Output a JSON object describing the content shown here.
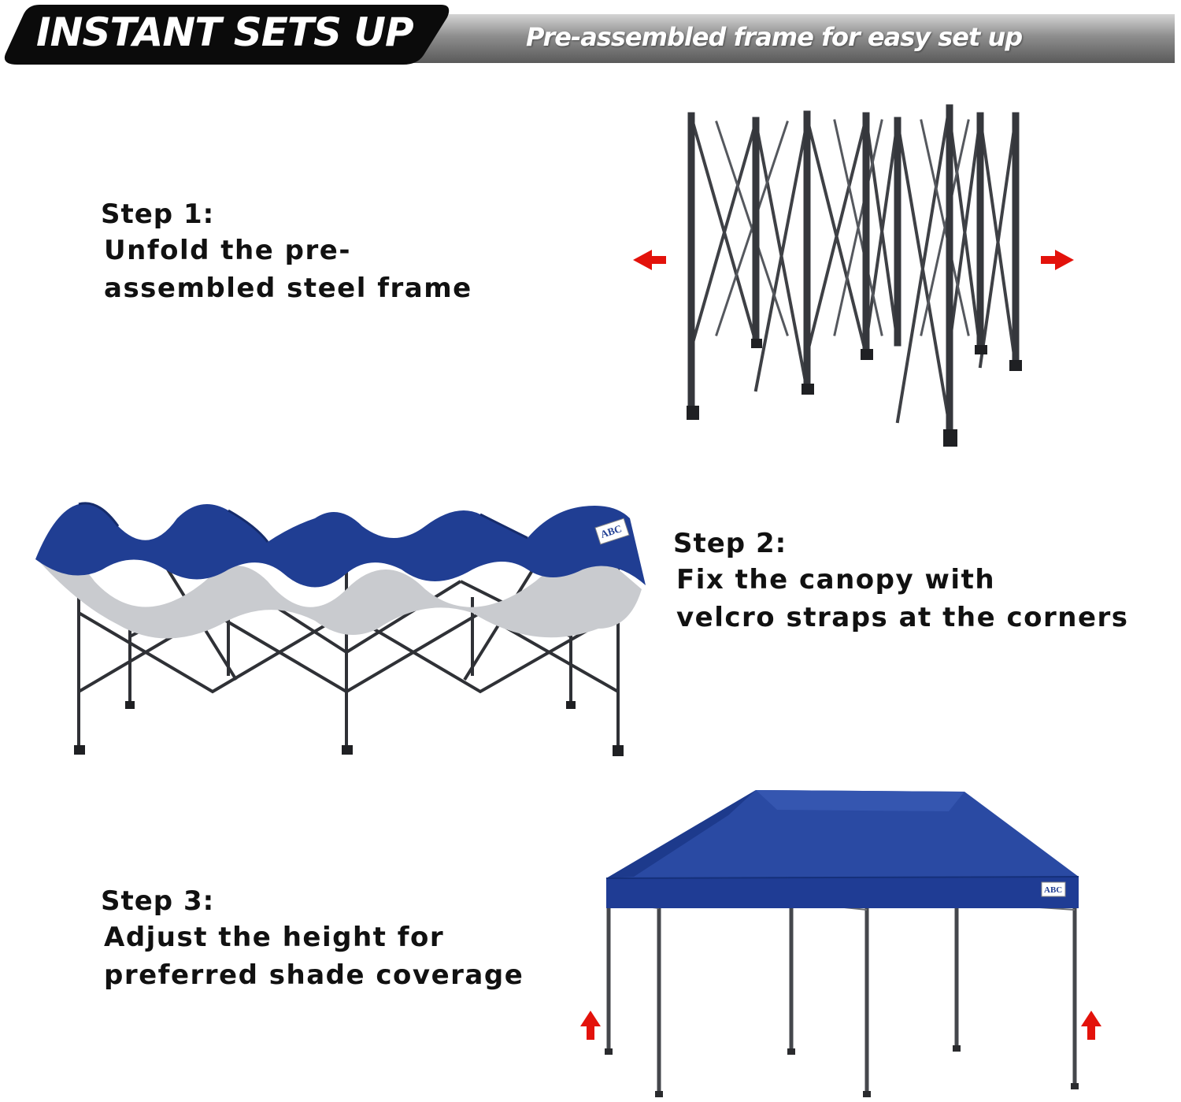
{
  "header": {
    "headline": "INSTANT SETS UP",
    "tagline": "Pre-assembled frame for easy set up"
  },
  "steps": [
    {
      "title": "Step 1:",
      "lines": [
        "Unfold the pre-",
        "assembled steel frame"
      ],
      "image": "folded-steel-frame",
      "arrows": [
        "left-arrow",
        "right-arrow"
      ]
    },
    {
      "title": "Step 2:",
      "lines": [
        "Fix the canopy with",
        "velcro straps at the corners"
      ],
      "image": "frame-with-draped-canopy"
    },
    {
      "title": "Step 3:",
      "lines": [
        "Adjust the height for",
        "preferred shade coverage"
      ],
      "image": "erected-canopy-tent",
      "arrows": [
        "up-arrow",
        "up-arrow"
      ]
    }
  ],
  "brand_logo": "ABC",
  "colors": {
    "banner_black": "#0b0b0b",
    "banner_gray": "#8c8c8c",
    "canopy_blue": "#203e93",
    "canopy_underside": "#c9cbcf",
    "frame_steel": "#3e4045",
    "arrow_red": "#e3120b",
    "text": "#111111"
  }
}
